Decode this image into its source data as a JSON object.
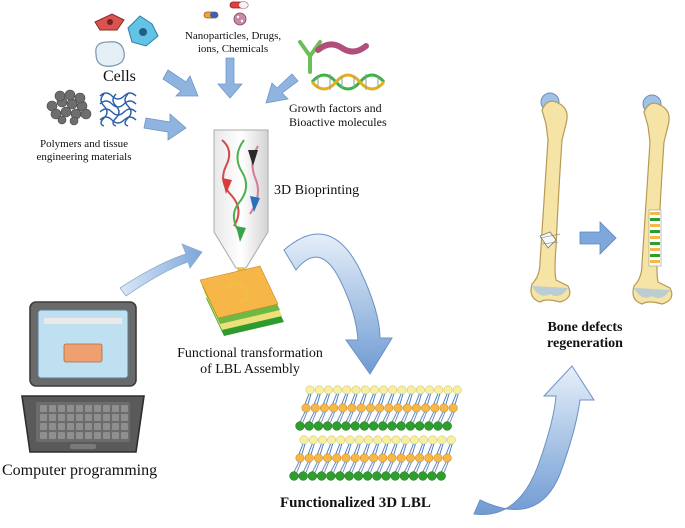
{
  "labels": {
    "cells": "Cells",
    "nano_line1": "Nanoparticles, Drugs,",
    "nano_line2": "ions, Chemicals",
    "growth_line1": "Growth factors and",
    "growth_line2": "Bioactive molecules",
    "polymers_line1": "Polymers and tissue",
    "polymers_line2": "engineering materials",
    "bioprinting": "3D Bioprinting",
    "functional_line1": "Functional transformation",
    "functional_line2": "of LBL Assembly",
    "computer": "Computer programming",
    "functionalized": "Functionalized 3D LBL",
    "bone_line1": "Bone defects",
    "bone_line2": "regeneration"
  },
  "colors": {
    "arrow_blue": "#8fb4e0",
    "arrow_outline": "#5a7fb0",
    "bone": "#f6e3a6",
    "bone_outline": "#b79b55",
    "joint": "#9fc3e6",
    "layer_orange": "#f7b84a",
    "layer_green": "#2e9e2e",
    "layer_yellow": "#f7efa0",
    "layer_blue": "#4b7fc1"
  }
}
